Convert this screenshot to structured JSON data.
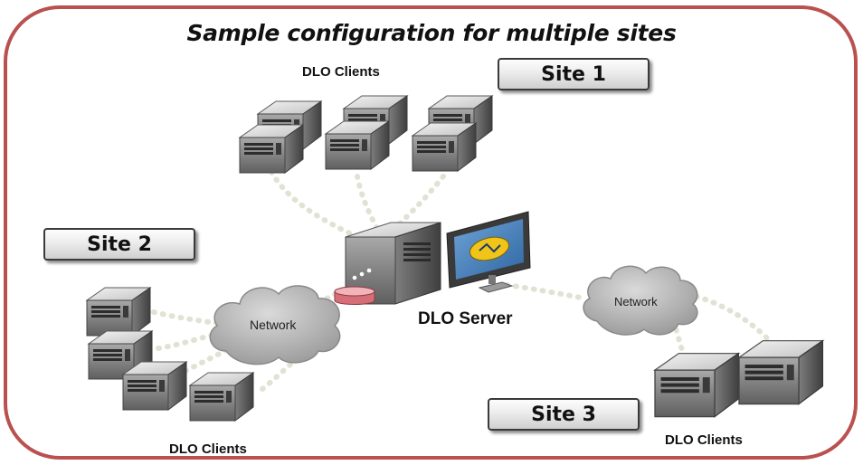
{
  "title": "Sample configuration for multiple sites",
  "sites": [
    {
      "label": "Site 1"
    },
    {
      "label": "Site 2"
    },
    {
      "label": "Site 3"
    }
  ],
  "labels": {
    "clients_top": "DLO Clients",
    "clients_left": "DLO Clients",
    "clients_right": "DLO Clients",
    "server": "DLO Server",
    "network_left": "Network",
    "network_right": "Network"
  },
  "colors": {
    "frame": "#b9514f",
    "monitor_screen": "#3f7fb9",
    "logo": "#f0c419",
    "connector": "#e3e3d6",
    "disk": "#e58a93"
  }
}
